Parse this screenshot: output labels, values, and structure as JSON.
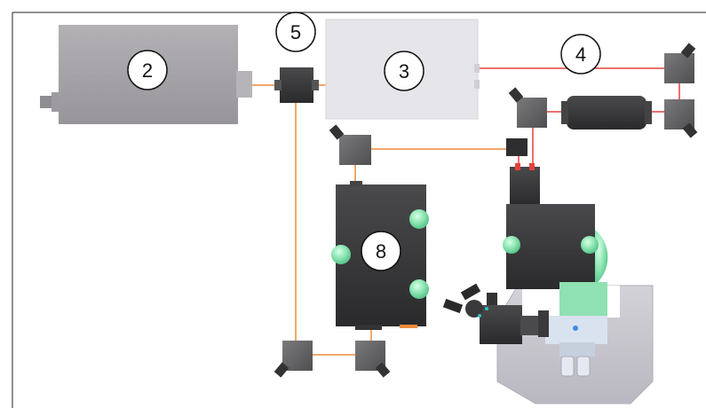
{
  "diagram": {
    "labels": {
      "laser": "2",
      "modulator": "3",
      "beam_path": "4",
      "splitter": "5",
      "scanner": "8"
    },
    "colors": {
      "laser_body": "#a5a3a6",
      "modulator_body": "#e6e6ea",
      "beam_red": "#e5413b",
      "beam_orange": "#ef8b3a",
      "dark_component": "#3a3a3c",
      "mount_gray": "#6b6b6d",
      "green_lens": "#7fe0a6",
      "stage_plate": "#c9c8cf"
    }
  }
}
